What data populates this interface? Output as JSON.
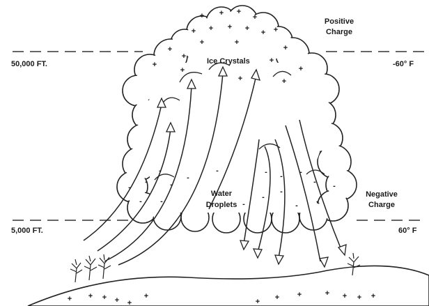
{
  "labels": {
    "positive_charge_line1": "Positive",
    "positive_charge_line2": "Charge",
    "ice_crystals": "Ice Crystals",
    "altitude_high": "50,000 FT.",
    "temp_high": "-60° F",
    "water_line1": "Water",
    "water_line2": "Droplets",
    "negative_charge_line1": "Negative",
    "negative_charge_line2": "Charge",
    "altitude_low": "5,000 FT.",
    "temp_low": "60° F"
  },
  "symbols": {
    "positive": "+",
    "negative": "-"
  }
}
